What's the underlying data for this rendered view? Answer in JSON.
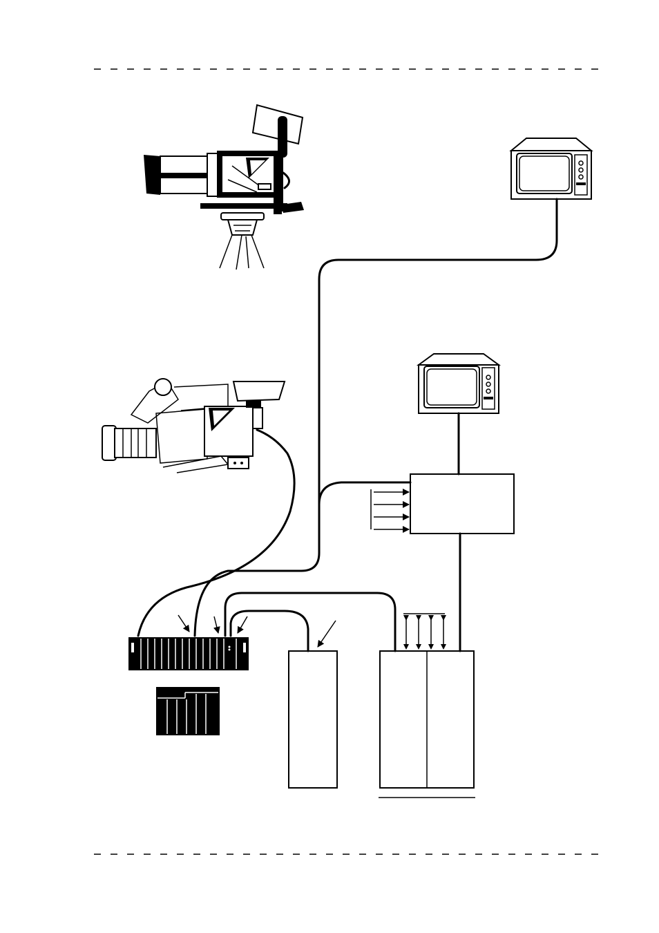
{
  "diagram": {
    "title": "",
    "labels": [],
    "components": [
      {
        "id": "studio-camera",
        "icon": "studio-camera-on-tripod-icon"
      },
      {
        "id": "portable-camera",
        "icon": "portable-camera-icon"
      },
      {
        "id": "monitor-top",
        "icon": "monitor-icon"
      },
      {
        "id": "monitor-mid",
        "icon": "monitor-icon"
      },
      {
        "id": "mixer-unit",
        "icon": "rectangle-box-icon"
      },
      {
        "id": "rack-chassis",
        "icon": "rack-chassis-icon"
      },
      {
        "id": "rack-front-view",
        "icon": "rack-front-icon"
      },
      {
        "id": "tall-unit-single",
        "icon": "cabinet-icon"
      },
      {
        "id": "tall-unit-double",
        "icon": "cabinet-icon"
      }
    ],
    "colors": {
      "line": "#000000",
      "background": "#ffffff"
    }
  }
}
